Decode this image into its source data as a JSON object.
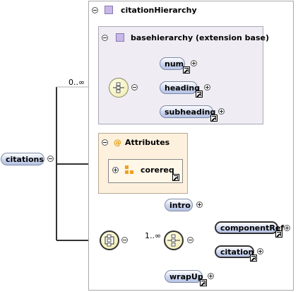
{
  "complex_type": {
    "label": "citationHierarchy"
  },
  "base": {
    "label": "basehierarchy (extension base)"
  },
  "base_elements": [
    {
      "label": "num"
    },
    {
      "label": "heading"
    },
    {
      "label": "subheading"
    }
  ],
  "occurrence_outer": "0..∞",
  "root": {
    "label": "citations"
  },
  "attributes": {
    "header_label": "Attributes",
    "at_symbol": "@",
    "group_label": "corereq"
  },
  "sequence_items": [
    {
      "label": "intro"
    },
    {
      "label": "wrapUp"
    }
  ],
  "occurrence_inner": "1..∞",
  "choice_items": [
    {
      "label": "componentRef"
    },
    {
      "label": "citation"
    }
  ]
}
